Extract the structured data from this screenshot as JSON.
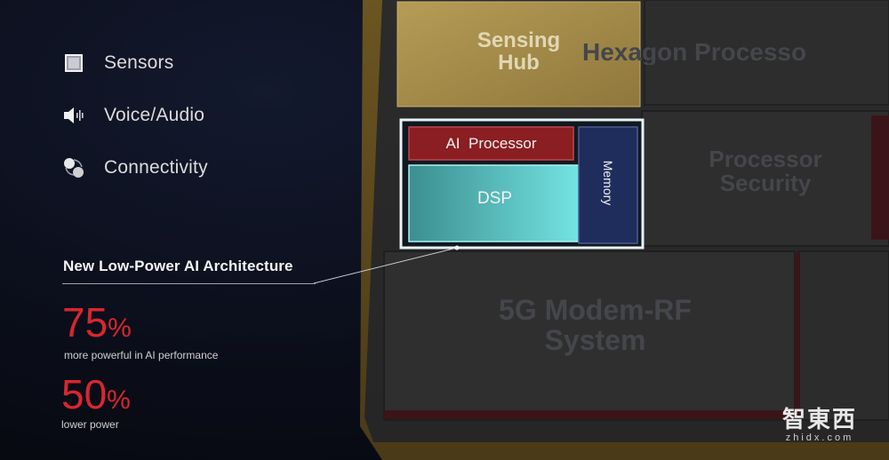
{
  "legend": {
    "items": [
      {
        "label": "Sensors",
        "icon": "sensor-square-icon"
      },
      {
        "label": "Voice/Audio",
        "icon": "speaker-icon"
      },
      {
        "label": "Connectivity",
        "icon": "connectivity-icon"
      }
    ]
  },
  "highlight": {
    "title": "New Low-Power AI Architecture",
    "stats": [
      {
        "value": "75",
        "unit": "%",
        "caption": "more powerful in AI performance"
      },
      {
        "value": "50",
        "unit": "%",
        "caption": "lower power"
      }
    ]
  },
  "chip": {
    "sensing_hub": [
      "Sensing",
      "Hub"
    ],
    "hexagon": "Hexagon Processo",
    "ai_processor": "AI  Processor",
    "dsp": "DSP",
    "memory": "Memory",
    "security": [
      "Processor",
      "Security"
    ],
    "modem": [
      "5G Modem-RF",
      "System"
    ]
  },
  "watermark": {
    "cn": "智東西",
    "en": "zhidx.com"
  },
  "colors": {
    "accent_red": "#d8262f",
    "sensing_gold": "#a8904a",
    "dsp_teal": "#5fcfcf",
    "ai_red": "#8a1e22",
    "memory_navy": "#1f2d5c"
  }
}
